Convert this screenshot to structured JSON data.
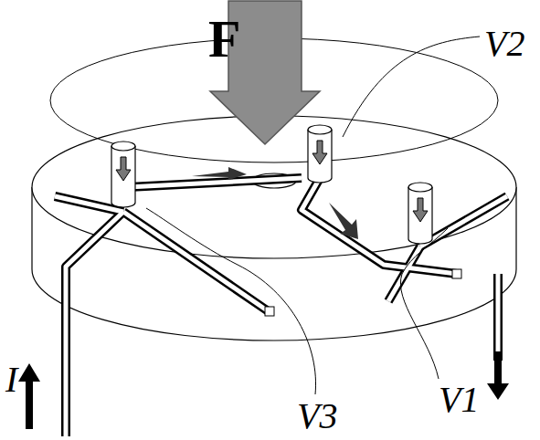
{
  "diagram": {
    "nodes": [
      {
        "text": [
          "F"
        ]
      }
    ],
    "labels": [
      "V2",
      "V3",
      "V1",
      "I"
    ]
  }
}
